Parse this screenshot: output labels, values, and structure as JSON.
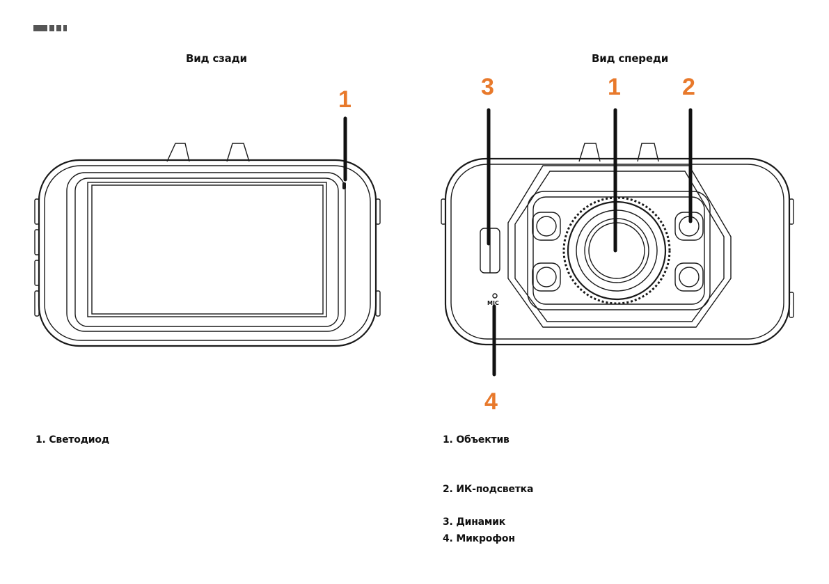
{
  "rear": {
    "title": "Вид сзади",
    "callouts": [
      "1"
    ],
    "legend": [
      "1. Светодиод"
    ]
  },
  "front": {
    "title": "Вид спереди",
    "callouts": [
      "1",
      "2",
      "3",
      "4"
    ],
    "mic_label": "MIC",
    "legend": [
      "1. Объектив",
      "2. ИК-подсветка",
      "3. Динамик",
      "4. Микрофон"
    ]
  },
  "colors": {
    "callout": "#e8792b",
    "line": "#1a1a1a"
  }
}
